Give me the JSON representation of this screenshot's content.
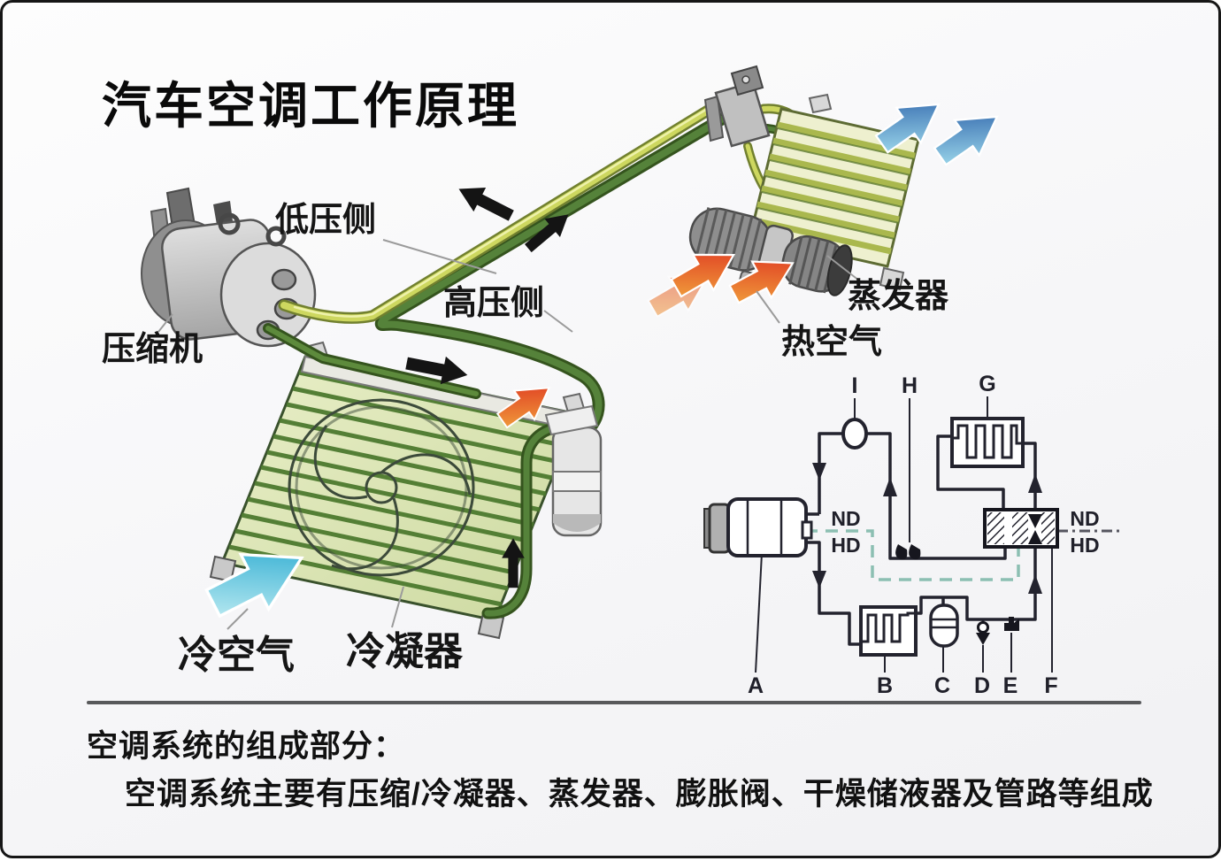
{
  "title": "汽车空调工作原理",
  "diagram_labels": {
    "low_pressure_side": "低压侧",
    "high_pressure_side": "高压侧",
    "compressor": "压缩机",
    "evaporator": "蒸发器",
    "hot_air": "热空气",
    "cold_air": "冷空气",
    "condenser": "冷凝器"
  },
  "schematic": {
    "point_i": "I",
    "point_h": "H",
    "point_g": "G",
    "point_a": "A",
    "point_b": "B",
    "point_c": "C",
    "point_d": "D",
    "point_e": "E",
    "point_f": "F",
    "left_nd": "ND",
    "left_hd": "HD",
    "right_nd": "ND",
    "right_hd": "HD"
  },
  "footer": {
    "heading": "空调系统的组成部分：",
    "body": "空调系统主要有压缩/冷凝器、蒸发器、膨胀阀、干燥储液器及管路等组成"
  },
  "colors": {
    "pipe_low_pressure": "#cdd75f",
    "pipe_high_pressure": "#55823a",
    "cold_air_blue": "#2a5fa8",
    "hot_air_red": "#dd2f1f",
    "schematic_line": "#23232e",
    "pressure_divider_teal": "#8cbfb2",
    "border": "#161616"
  }
}
